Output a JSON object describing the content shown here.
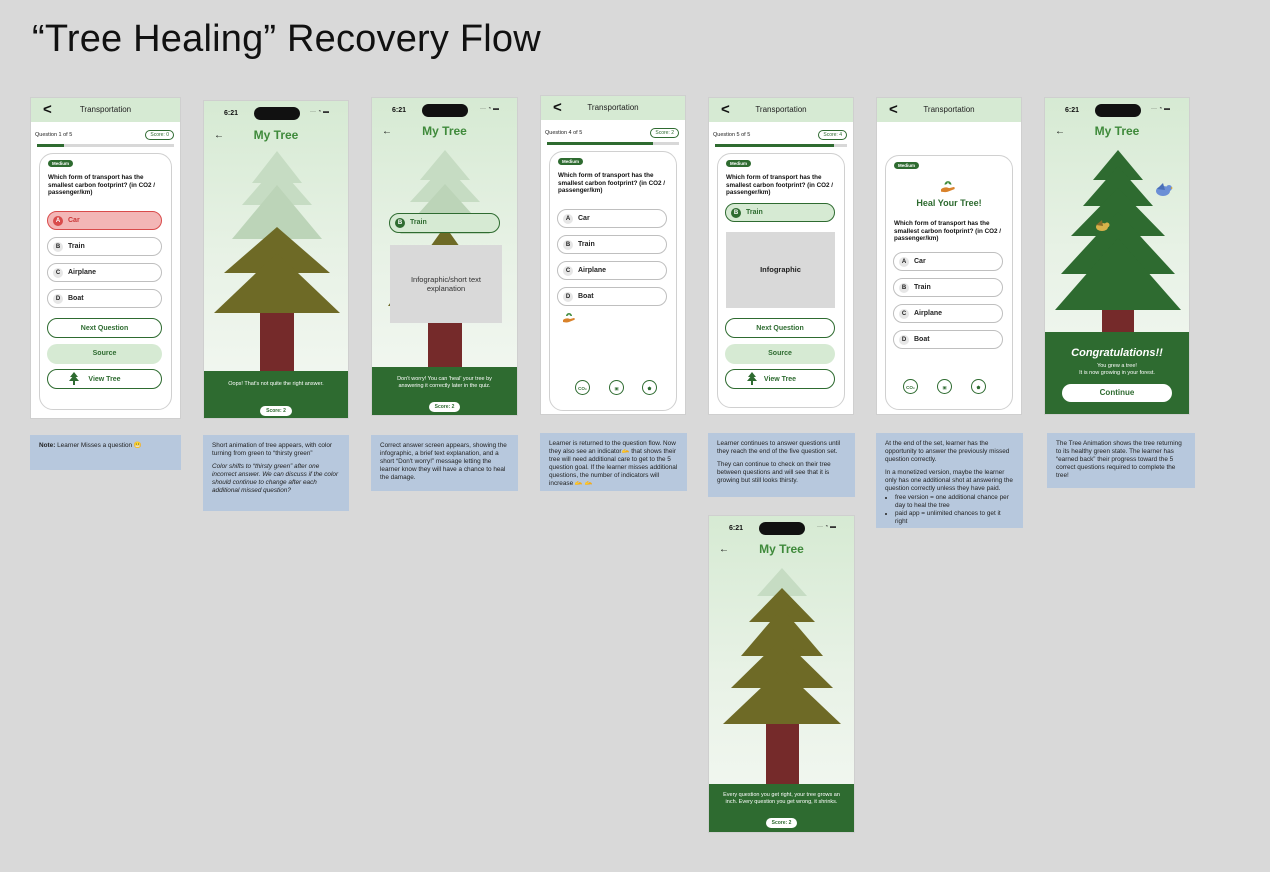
{
  "page_title": "“Tree Healing” Recovery Flow",
  "quiz": {
    "header_title": "Transportation",
    "difficulty": "Medium",
    "question": "Which form of transport has the smallest carbon footprint? (in CO2 / passenger/km)",
    "options": [
      {
        "letter": "A",
        "label": "Car"
      },
      {
        "letter": "B",
        "label": "Train"
      },
      {
        "letter": "C",
        "label": "Airplane"
      },
      {
        "letter": "D",
        "label": "Boat"
      }
    ],
    "next_label": "Next Question",
    "source_label": "Source",
    "view_tree_label": "View Tree"
  },
  "screen1": {
    "counter": "Question 1 of 5",
    "score": "Score: 0",
    "progress": 0.2
  },
  "screen4": {
    "counter": "Question 4 of 5",
    "score": "Score: 2",
    "progress": 0.8
  },
  "screen5": {
    "counter": "Question 5 of 5",
    "score": "Score: 4",
    "progress": 0.9,
    "infographic": "Infographic"
  },
  "screen6": {
    "heal_title": "Heal Your Tree!"
  },
  "tree": {
    "time": "6:21",
    "title": "My Tree",
    "score_pill": "Score: 2"
  },
  "screen2": {
    "footer_msg": "Oops! That's not quite the right answer."
  },
  "screen3": {
    "selected": "Train",
    "infographic": "Infographic/short text explanation",
    "footer_msg": "Don't worry! You can 'heal' your tree by answering it correctly later in the quiz."
  },
  "screen7": {
    "congrats": "Congratulations!!",
    "msg1": "You grew a tree!",
    "msg2": "It is now growing in your forest.",
    "continue_label": "Continue"
  },
  "screen8": {
    "footer_msg": "Every question you get right, your tree grows an inch. Every question you get wrong, it shrinks."
  },
  "notes": {
    "n1_bold": "Note:",
    "n1": " Learner Misses a question 😬",
    "n2a": "Short animation of tree appears, with color turning from green to “thirsty green”",
    "n2b": "Color shifts to “thirsty green” after one incorrect answer. We can discuss if the color should continue to change after each additional missed question?",
    "n3": "Correct answer screen appears, showing the infographic, a brief text explanation, and a short “Don't worry!” message letting the learner know they will have a chance to heal the damage.",
    "n4": "Learner is returned to the question flow. Now they also see an indicator🫴 that shows their tree will need additional care to get to the 5 question goal. If the learner misses additional questions, the number of indicators will increase 🫴 🫴",
    "n5a": "Learner continues to answer questions until they reach the end of the five question set.",
    "n5b": "They can continue to check on their tree between questions and will see that it is growing but still looks thirsty.",
    "n6a": "At the end of the set, learner has the opportunity to answer the previously missed question correctly.",
    "n6b": "In a monetized version, maybe the learner only has one additional shot at answering the question correctly unless they have paid.",
    "n6c": "free version = one additional chance per day to heal the tree",
    "n6d": "paid app = unlimited chances to get it right",
    "n7": "The Tree Animation shows the tree returning to its healthy green state. The learner has “earned back” their progress toward the 5 correct questions required to complete the tree!"
  },
  "colors": {
    "brand_green": "#2e6b30",
    "thirsty": "#6e6a26",
    "trunk": "#752a2a",
    "wrong": "#d94b4b"
  },
  "icons": [
    "back-chevron-icon",
    "back-arrow-icon",
    "tree-icon",
    "hand-plant-icon",
    "co2-icon",
    "image-icon",
    "shield-icon",
    "bird-icon",
    "wifi-icon",
    "battery-icon"
  ]
}
